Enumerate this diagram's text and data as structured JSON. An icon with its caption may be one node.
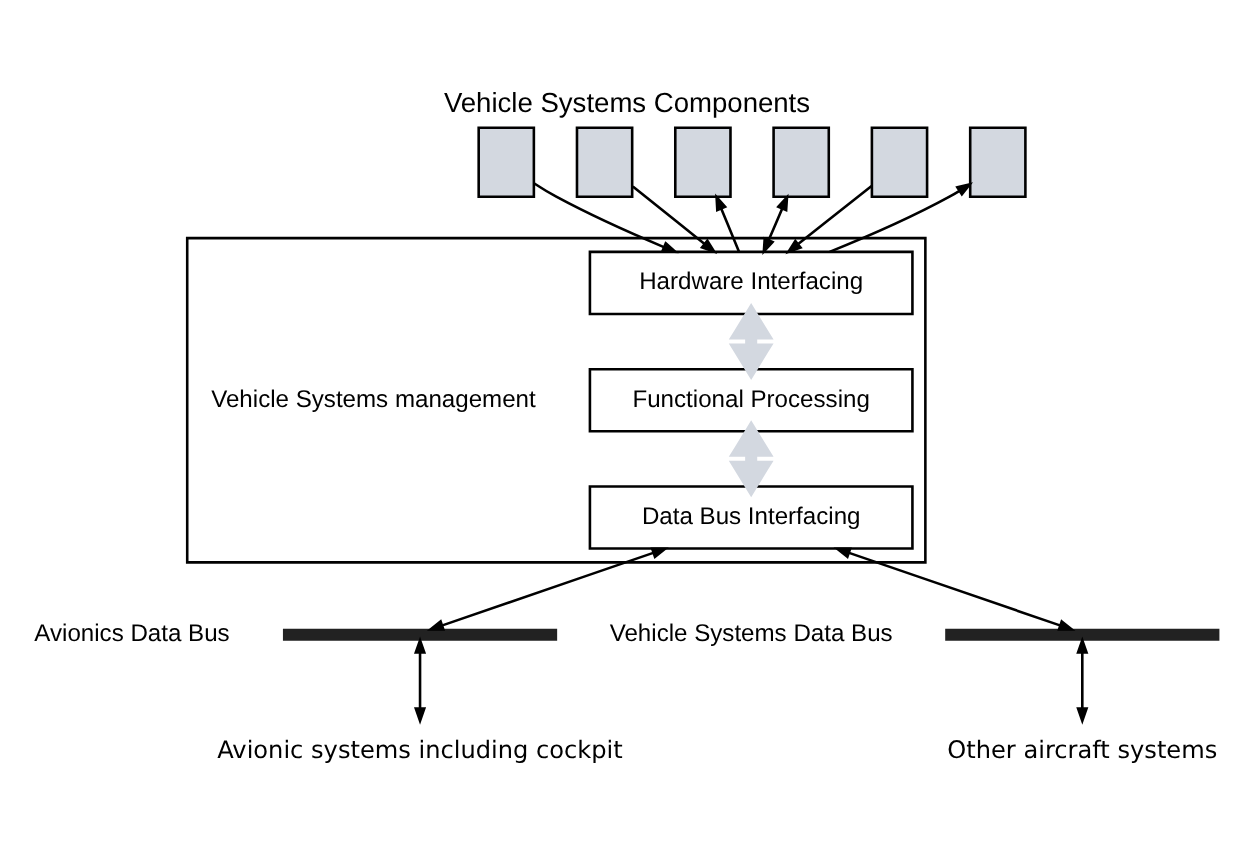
{
  "diagram": {
    "title": "Vehicle Systems Components",
    "nodes": [
      {
        "text": [
          "Vehicle Systems management"
        ]
      },
      {
        "text": [
          "Hardware Interfacing"
        ],
        "in": 0
      },
      {
        "text": [
          "Functional Processing"
        ],
        "in": 0
      },
      {
        "text": [
          "Data Bus Interfacing"
        ],
        "in": 0
      },
      {
        "text": [],
        "shape": "box"
      },
      {
        "text": [],
        "shape": "box"
      },
      {
        "text": [],
        "shape": "box"
      },
      {
        "text": [],
        "shape": "box"
      },
      {
        "text": [],
        "shape": "box"
      },
      {
        "text": [],
        "shape": "box"
      },
      {
        "text": [],
        "shape": "bar",
        "beside": [
          "Avionics Data Bus"
        ]
      },
      {
        "text": [],
        "shape": "bar",
        "beside": [
          "Vehicle Systems Data Bus"
        ]
      },
      {
        "text": [
          "Avionic systems including cockpit"
        ]
      },
      {
        "text": [
          "Other aircraft systems"
        ]
      }
    ],
    "edges": [
      {
        "from": 4,
        "to": 1,
        "arrow": "to"
      },
      {
        "from": 5,
        "to": 1,
        "arrow": "to"
      },
      {
        "from": 1,
        "to": 6,
        "arrow": "to"
      },
      {
        "from": 7,
        "to": 1,
        "arrow": "both"
      },
      {
        "from": 8,
        "to": 1,
        "arrow": "to"
      },
      {
        "from": 1,
        "to": 9,
        "arrow": "to"
      },
      {
        "from": 1,
        "to": 2,
        "arrow": "both",
        "style": "thick",
        "color": "#d3d8e0"
      },
      {
        "from": 2,
        "to": 3,
        "arrow": "both",
        "style": "thick",
        "color": "#d3d8e0"
      },
      {
        "from": 3,
        "to": 10,
        "arrow": "both"
      },
      {
        "from": 3,
        "to": 11,
        "arrow": "both"
      },
      {
        "from": 10,
        "to": 12,
        "arrow": "both"
      },
      {
        "from": 11,
        "to": 13,
        "arrow": "both"
      }
    ]
  }
}
